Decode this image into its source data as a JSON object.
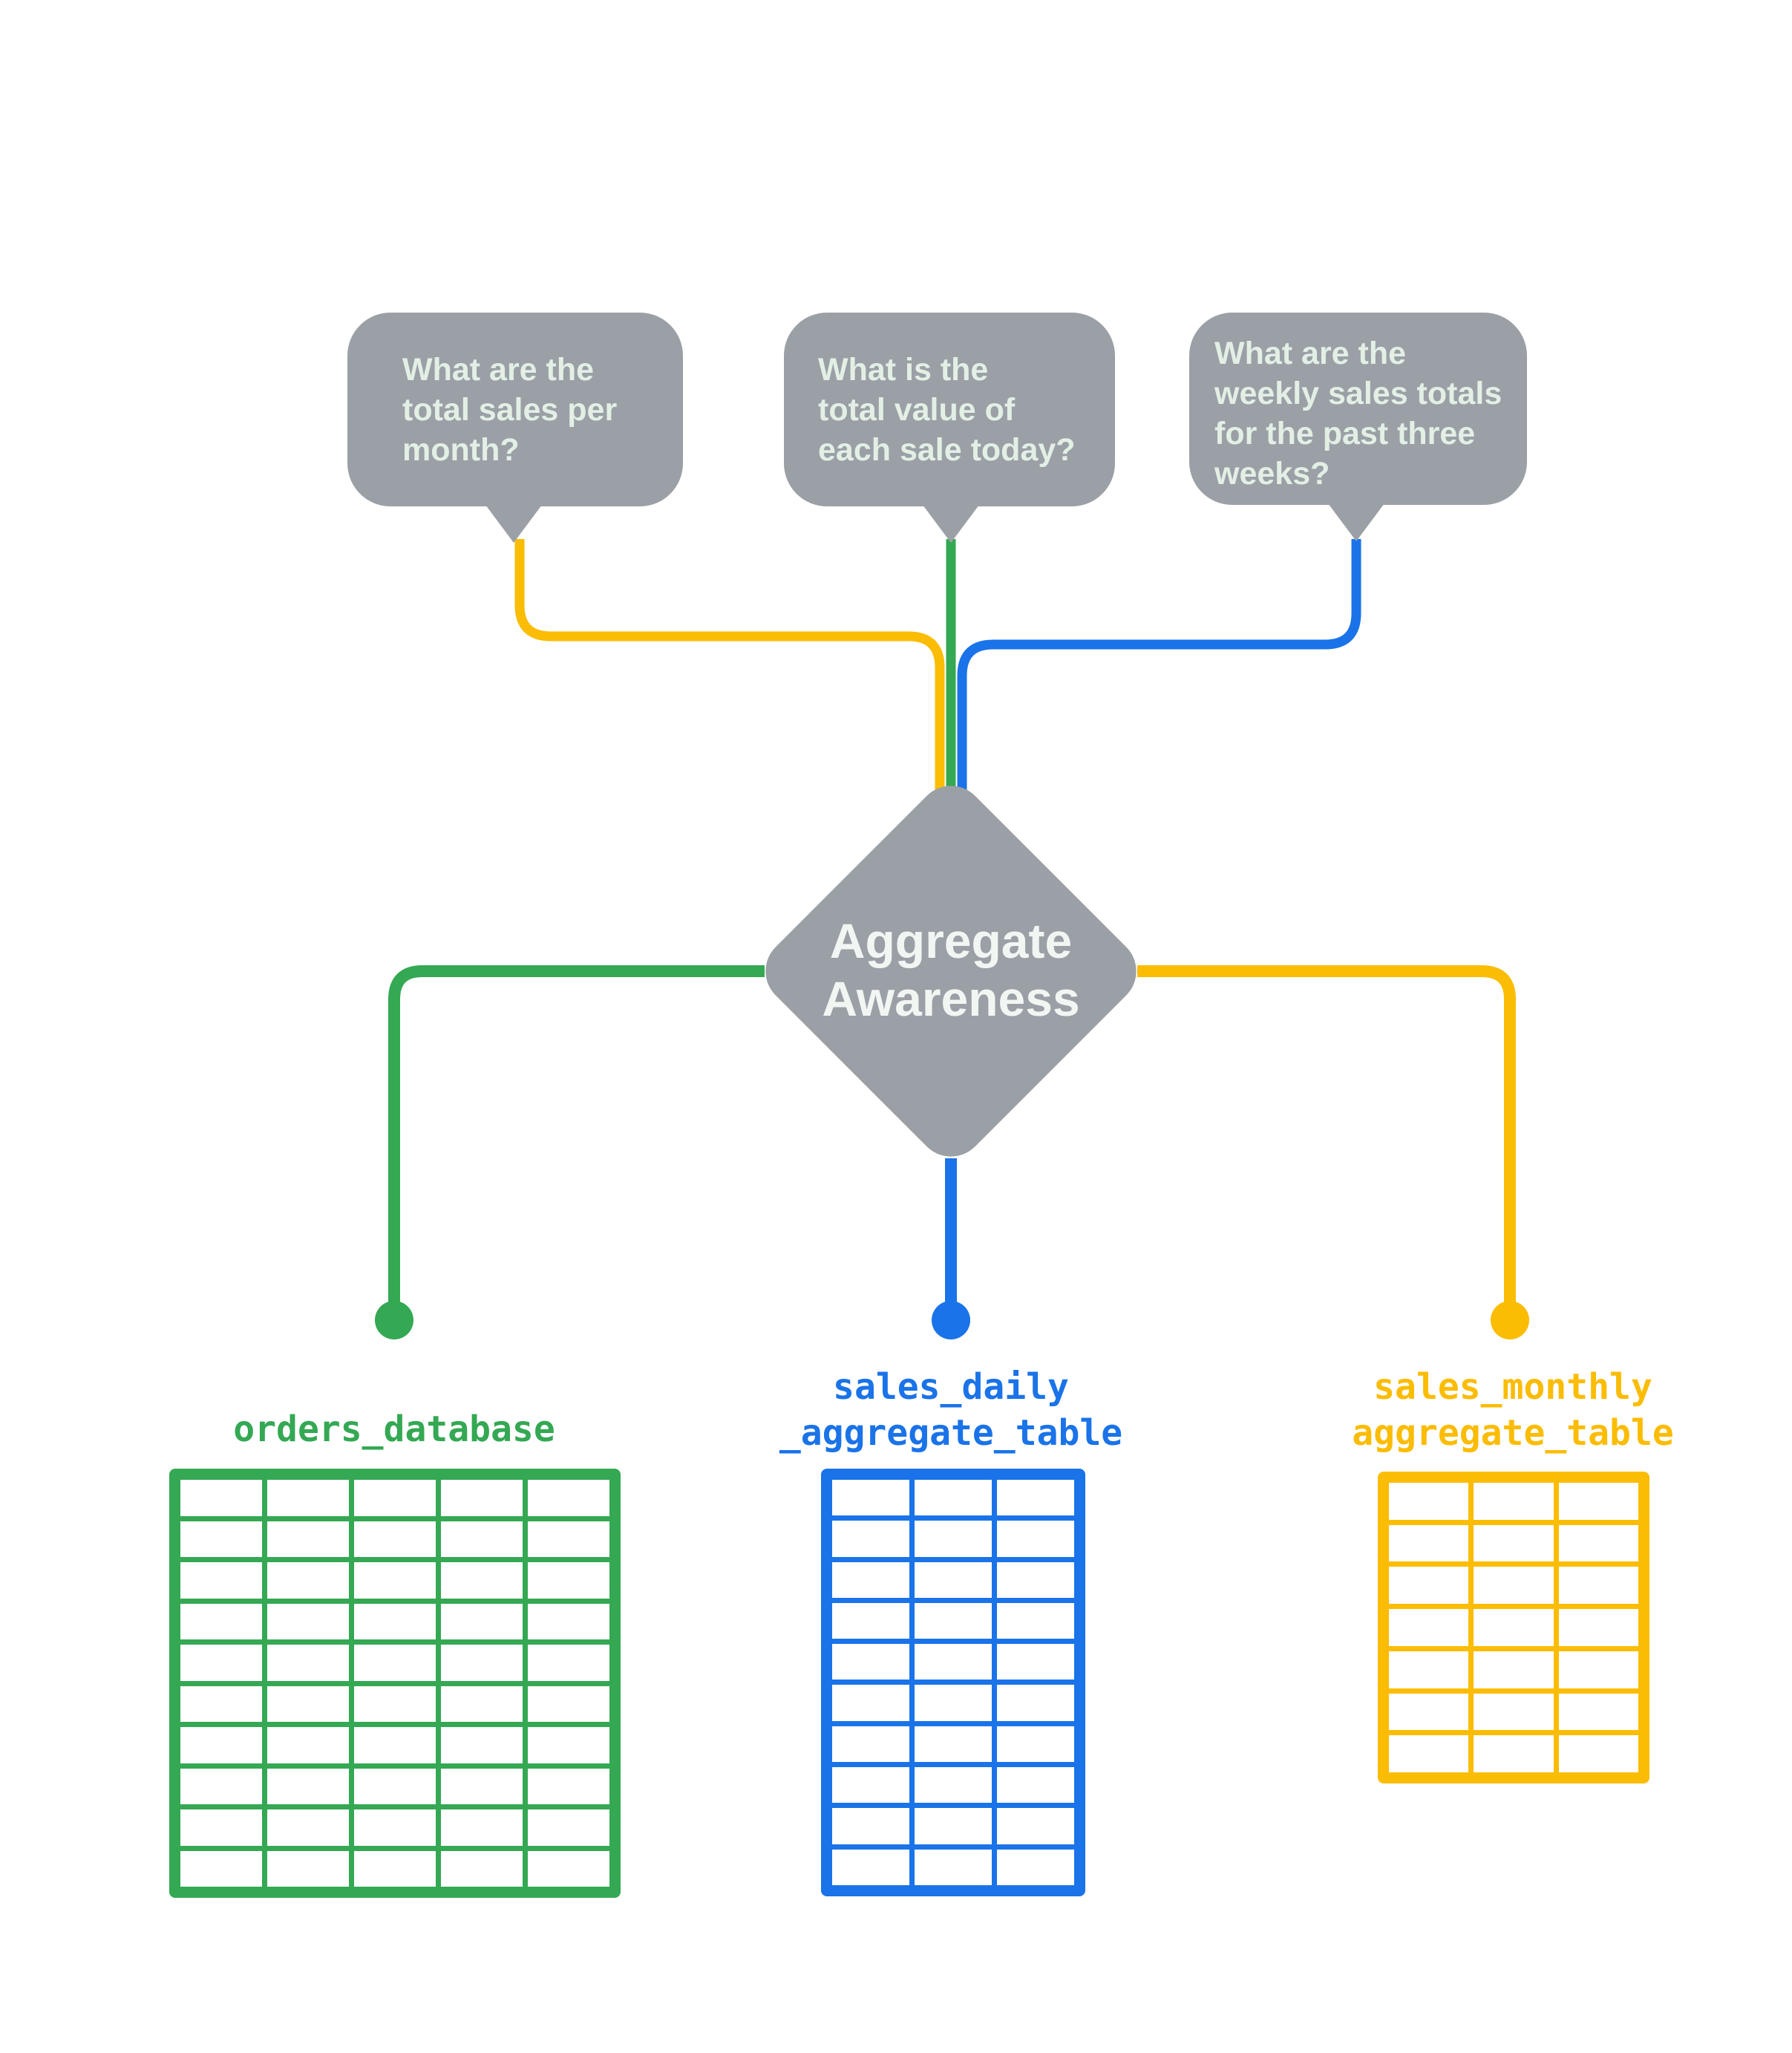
{
  "diagram_title": "Aggregate Awareness",
  "colors": {
    "yellow": "#FBBC04",
    "green": "#34A853",
    "blue": "#1A73E8",
    "gray": "#9AA0A6",
    "bubble_text": "#E3EFE5",
    "diamond_text": "#F2F6F3",
    "background": "#FFFFFF"
  },
  "questions": [
    {
      "id": "monthly-sales-question",
      "connector_color": "yellow",
      "lines": [
        "What are the",
        "total sales per",
        "month?"
      ]
    },
    {
      "id": "daily-sales-question",
      "connector_color": "green",
      "lines": [
        "What is the",
        "total value of",
        "each sale today?"
      ]
    },
    {
      "id": "weekly-sales-question",
      "connector_color": "blue",
      "lines": [
        "What are the",
        "weekly sales totals",
        "for the past three",
        "weeks?"
      ]
    }
  ],
  "diamond": {
    "lines": [
      "Aggregate",
      "Awareness"
    ]
  },
  "datasources": [
    {
      "id": "orders-database",
      "color": "green",
      "label_lines": [
        "orders_database"
      ],
      "grid": {
        "columns": 5,
        "rows": 10
      }
    },
    {
      "id": "sales-daily-aggregate-table",
      "color": "blue",
      "label_lines": [
        "sales_daily",
        "_aggregate_table"
      ],
      "grid": {
        "columns": 3,
        "rows": 10
      }
    },
    {
      "id": "sales-monthly-aggregate-table",
      "color": "yellow",
      "label_lines": [
        "sales_monthly",
        "aggregate_table"
      ],
      "grid": {
        "columns": 3,
        "rows": 7
      }
    }
  ]
}
